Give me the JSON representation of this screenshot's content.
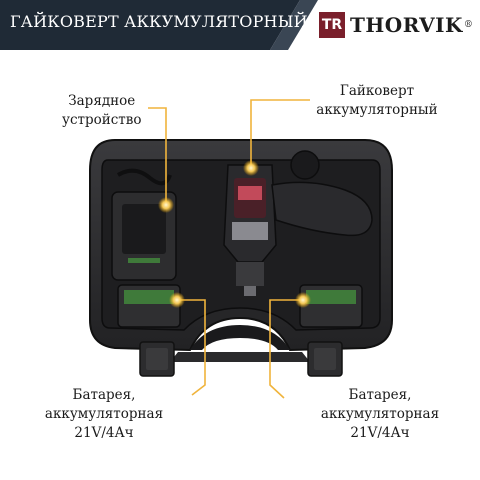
{
  "banner": {
    "title": "ГАЙКОВЕРТ АККУМУЛЯТОРНЫЙ",
    "background_color": "#1f2a36"
  },
  "logo": {
    "mark": "TR",
    "brand": "THORVIK",
    "registered": "®",
    "mark_color": "#7a1f2b"
  },
  "callouts": {
    "charger": {
      "line1": "Зарядное",
      "line2": "устройство"
    },
    "wrench": {
      "line1": "Гайковерт",
      "line2": "аккумуляторный"
    },
    "battery_left": {
      "line1": "Батарея, аккумуляторная",
      "line2": "21V/4Ач"
    },
    "battery_right": {
      "line1": "Батарея, аккумуляторная",
      "line2": "21V/4Ач"
    }
  },
  "colors": {
    "callout_line": "#f0b43c",
    "case": "#2b2b2d",
    "case_inner": "#1c1c1e"
  }
}
